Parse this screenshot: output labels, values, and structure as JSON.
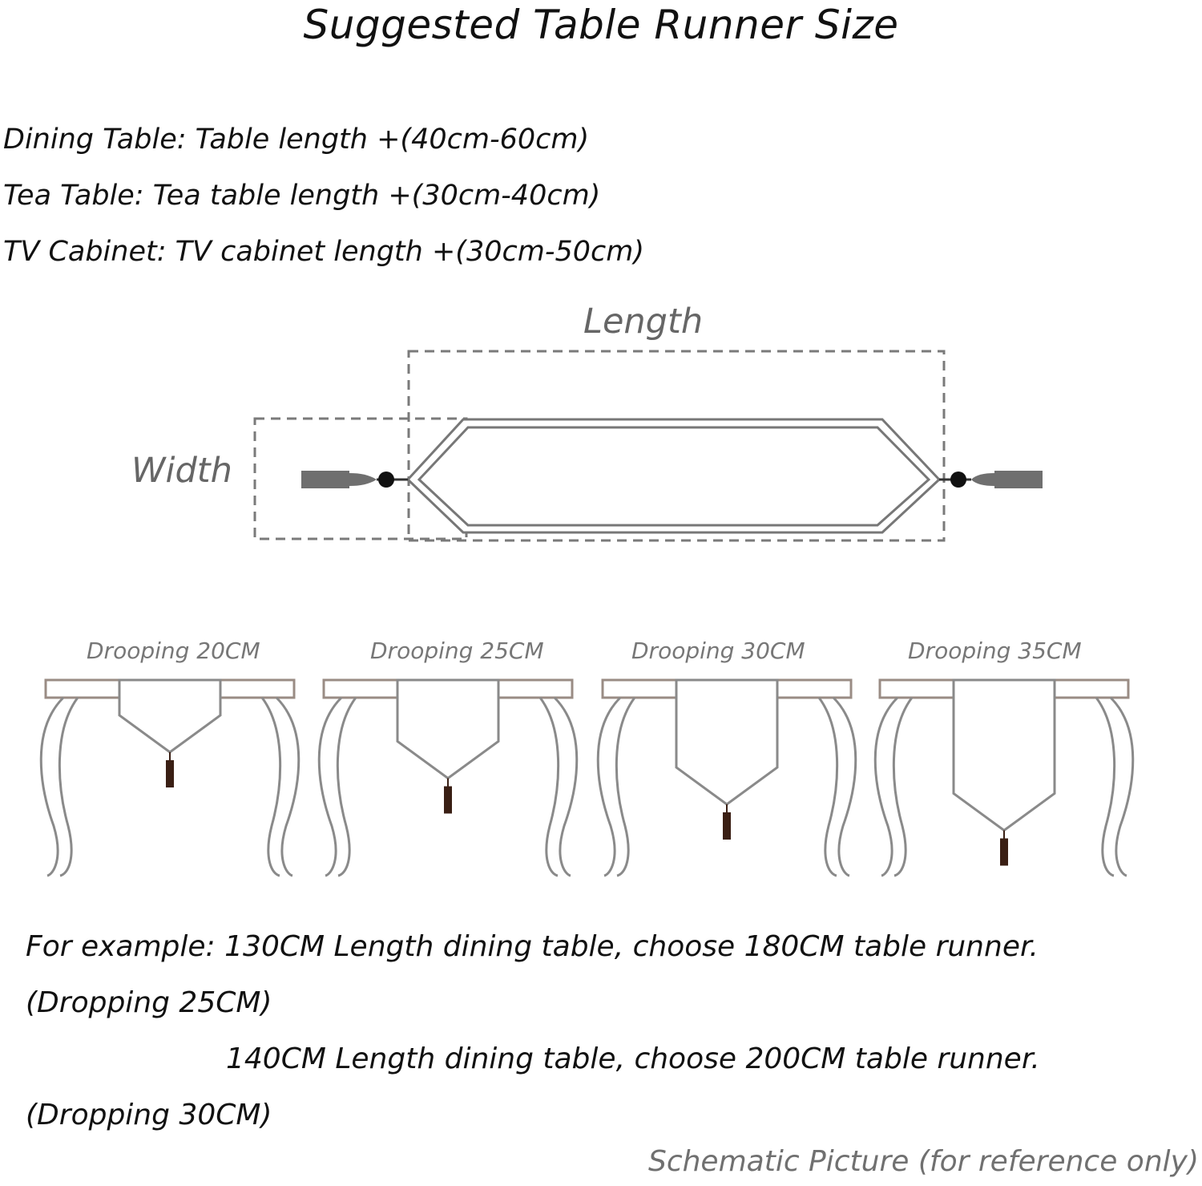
{
  "title": "Suggested Table Runner Size",
  "rules": [
    "Dining Table: Table length +(40cm-60cm)",
    "Tea Table: Tea table length +(30cm-40cm)",
    "TV Cabinet: TV cabinet length +(30cm-50cm)"
  ],
  "diagram": {
    "length_label": "Length",
    "width_label": "Width"
  },
  "drooping": [
    {
      "label": "Drooping 20CM",
      "drop_cm": 20
    },
    {
      "label": "Drooping 25CM",
      "drop_cm": 25
    },
    {
      "label": "Drooping 30CM",
      "drop_cm": 30
    },
    {
      "label": "Drooping 35CM",
      "drop_cm": 35
    }
  ],
  "examples": {
    "line1": "For example: 130CM Length dining table, choose 180CM table runner.",
    "line2": "(Dropping 25CM)",
    "line3": "140CM Length dining table, choose 200CM table runner.",
    "line4": "(Dropping 30CM)"
  },
  "note": "Schematic Picture (for reference only)",
  "colors": {
    "line": "#8a8a8a",
    "table_top": "#9a8c84",
    "tassel": "#3a1f14"
  }
}
